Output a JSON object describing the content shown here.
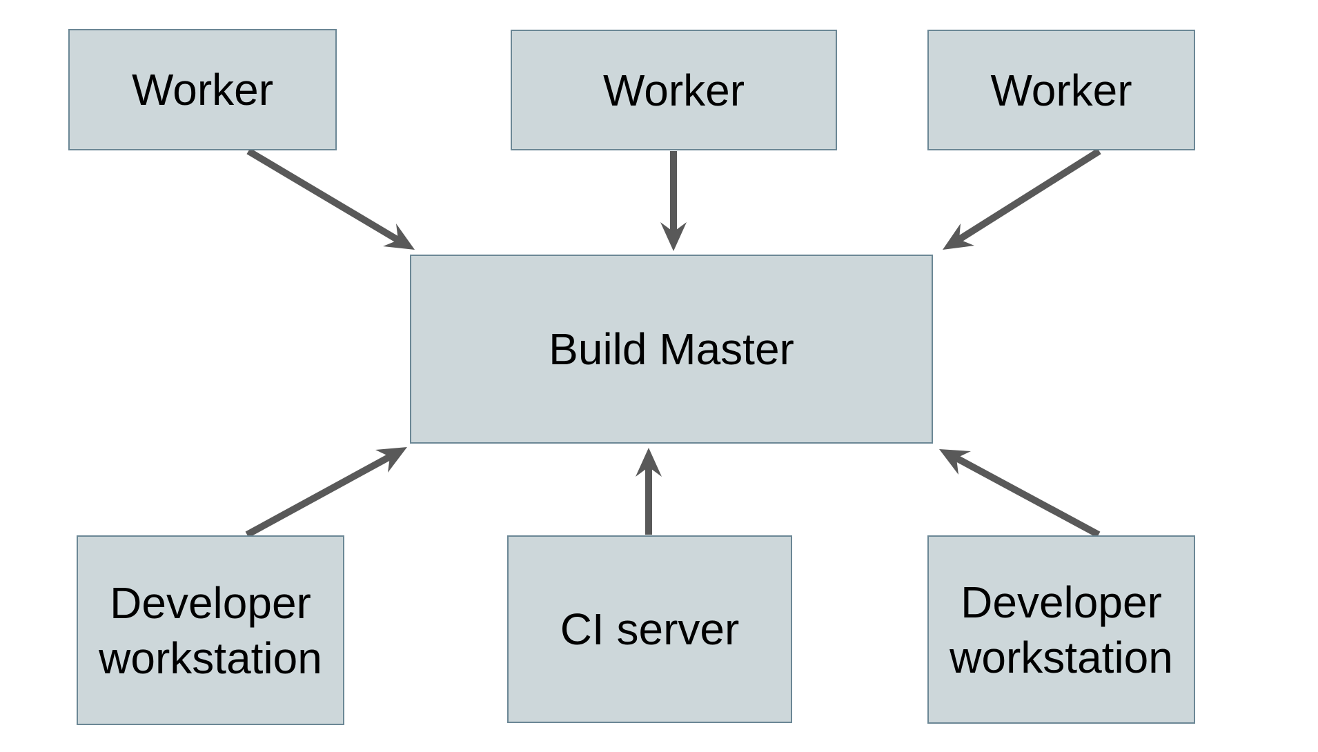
{
  "diagram": {
    "nodes": {
      "worker_top_left": {
        "label": "Worker"
      },
      "worker_top_center": {
        "label": "Worker"
      },
      "worker_top_right": {
        "label": "Worker"
      },
      "build_master": {
        "label": "Build Master"
      },
      "developer_workstation_left": {
        "label": "Developer workstation"
      },
      "ci_server": {
        "label": "CI server"
      },
      "developer_workstation_right": {
        "label": "Developer workstation"
      }
    },
    "edges": [
      {
        "from": "worker_top_left",
        "to": "build_master"
      },
      {
        "from": "worker_top_center",
        "to": "build_master"
      },
      {
        "from": "worker_top_right",
        "to": "build_master"
      },
      {
        "from": "developer_workstation_left",
        "to": "build_master"
      },
      {
        "from": "ci_server",
        "to": "build_master"
      },
      {
        "from": "developer_workstation_right",
        "to": "build_master"
      }
    ]
  },
  "colors": {
    "background": "#ffffff",
    "node_fill": "#cdd7da",
    "node_border": "#6b8795",
    "arrow": "#595959",
    "label": "#000000"
  }
}
